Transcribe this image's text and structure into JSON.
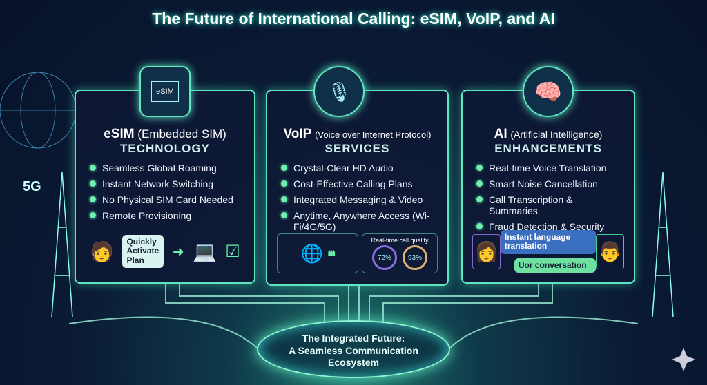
{
  "title": "The Future of International Calling: eSIM, VoIP, and AI",
  "panels": [
    {
      "name": "eSIM",
      "paren": "(Embedded SIM)",
      "subtitle": "TECHNOLOGY",
      "badge": "eSIM",
      "items": [
        "Seamless Global Roaming",
        "Instant Network Switching",
        "No Physical SIM Card Needed",
        "Remote Provisioning"
      ],
      "illustration": {
        "bubble": "Quickly Activate Plan"
      }
    },
    {
      "name": "VoIP",
      "paren": "(Voice over Internet Protocol)",
      "subtitle": "SERVICES",
      "items": [
        "Crystal-Clear HD Audio",
        "Cost-Effective Calling Plans",
        "Integrated Messaging & Video",
        "Anytime, Anywhere Access (Wi-Fi/4G/5G)"
      ],
      "illustration": {
        "quality_label": "Real-time call quality",
        "gauge1": "72%",
        "gauge2": "93%"
      }
    },
    {
      "name": "AI",
      "paren": "(Artificial Intelligence)",
      "subtitle": "ENHANCEMENTS",
      "items": [
        "Real-time Voice Translation",
        "Smart Noise Cancellation",
        "Call Transcription & Summaries",
        "Fraud Detection & Security"
      ],
      "illustration": {
        "bubble1": "Instant language translation",
        "bubble2": "Uor conversation"
      }
    }
  ],
  "tower_label": "5G",
  "hub": {
    "line1": "The Integrated Future:",
    "line2": "A Seamless Communication",
    "line3": "Ecosystem"
  },
  "colors": {
    "accent": "#5ee6c0",
    "background": "#0a1b33",
    "bullet": "#6ef0b0"
  }
}
